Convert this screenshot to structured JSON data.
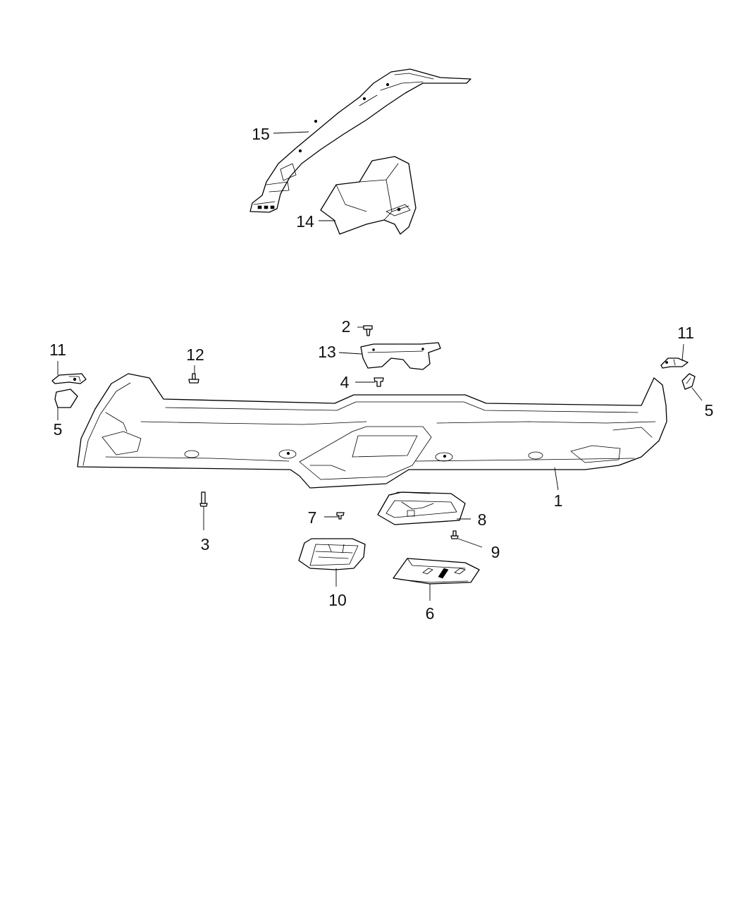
{
  "callouts": {
    "c1": "1",
    "c2": "2",
    "c3": "3",
    "c4": "4",
    "c5_left": "5",
    "c5_right": "5",
    "c6": "6",
    "c7": "7",
    "c8": "8",
    "c9": "9",
    "c10": "10",
    "c11_left": "11",
    "c11_right": "11",
    "c12": "12",
    "c13": "13",
    "c14": "14",
    "c15": "15"
  }
}
